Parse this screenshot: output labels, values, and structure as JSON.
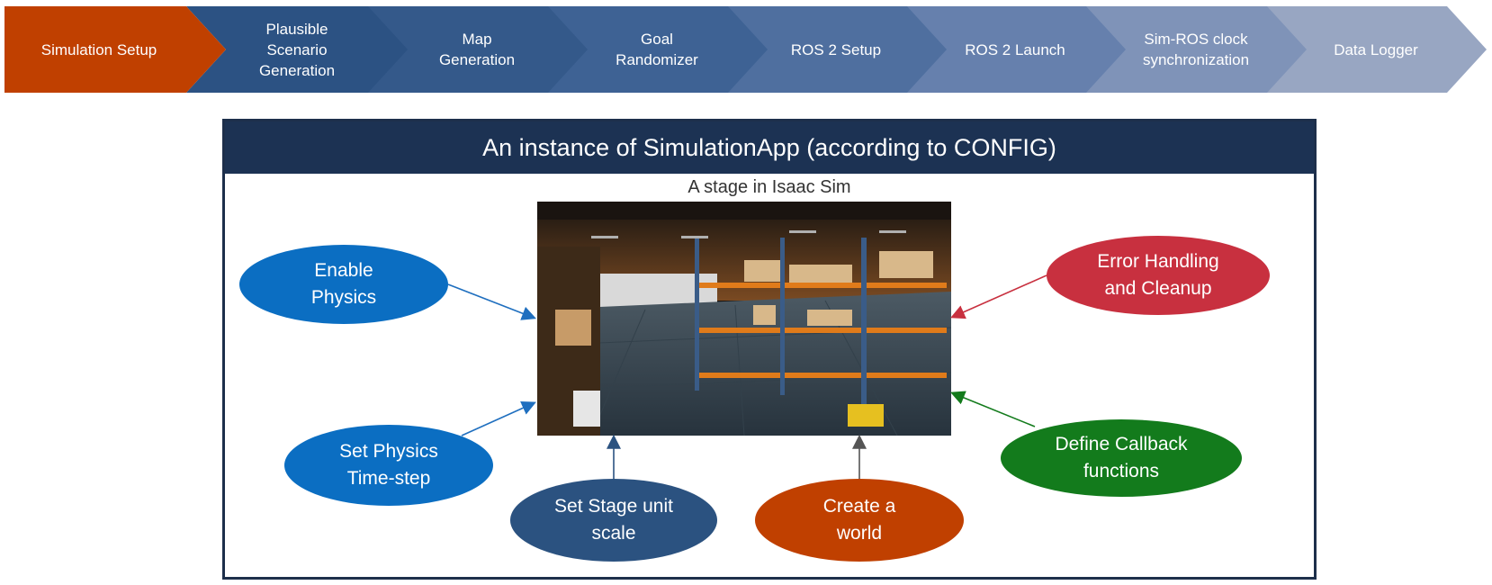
{
  "pipeline": {
    "steps": [
      {
        "label": "Simulation Setup",
        "color": "#c04000"
      },
      {
        "label": "Plausible\nScenario\nGeneration",
        "color": "#2c5283"
      },
      {
        "label": "Map\nGeneration",
        "color": "#34598a"
      },
      {
        "label": "Goal\nRandomizer",
        "color": "#3e6294"
      },
      {
        "label": "ROS 2 Setup",
        "color": "#4f6f9f"
      },
      {
        "label": "ROS 2 Launch",
        "color": "#6680ad"
      },
      {
        "label": "Sim-ROS clock\nsynchronization",
        "color": "#7f93b8"
      },
      {
        "label": "Data Logger",
        "color": "#98a6c2"
      }
    ]
  },
  "panel": {
    "title": "An instance of SimulationApp (according to CONFIG)",
    "stage_label": "A stage in Isaac Sim"
  },
  "nodes": {
    "enable_physics": {
      "label": "Enable\nPhysics",
      "color": "#0b6ec2"
    },
    "set_physics_timestep": {
      "label": "Set Physics\nTime-step",
      "color": "#0b6ec2"
    },
    "set_stage_unit_scale": {
      "label": "Set Stage unit\nscale",
      "color": "#2b5280"
    },
    "create_world": {
      "label": "Create a\nworld",
      "color": "#c04000"
    },
    "define_callbacks": {
      "label": "Define Callback\nfunctions",
      "color": "#137b1c"
    },
    "error_handling": {
      "label": "Error Handling\nand Cleanup",
      "color": "#c8303f"
    }
  }
}
